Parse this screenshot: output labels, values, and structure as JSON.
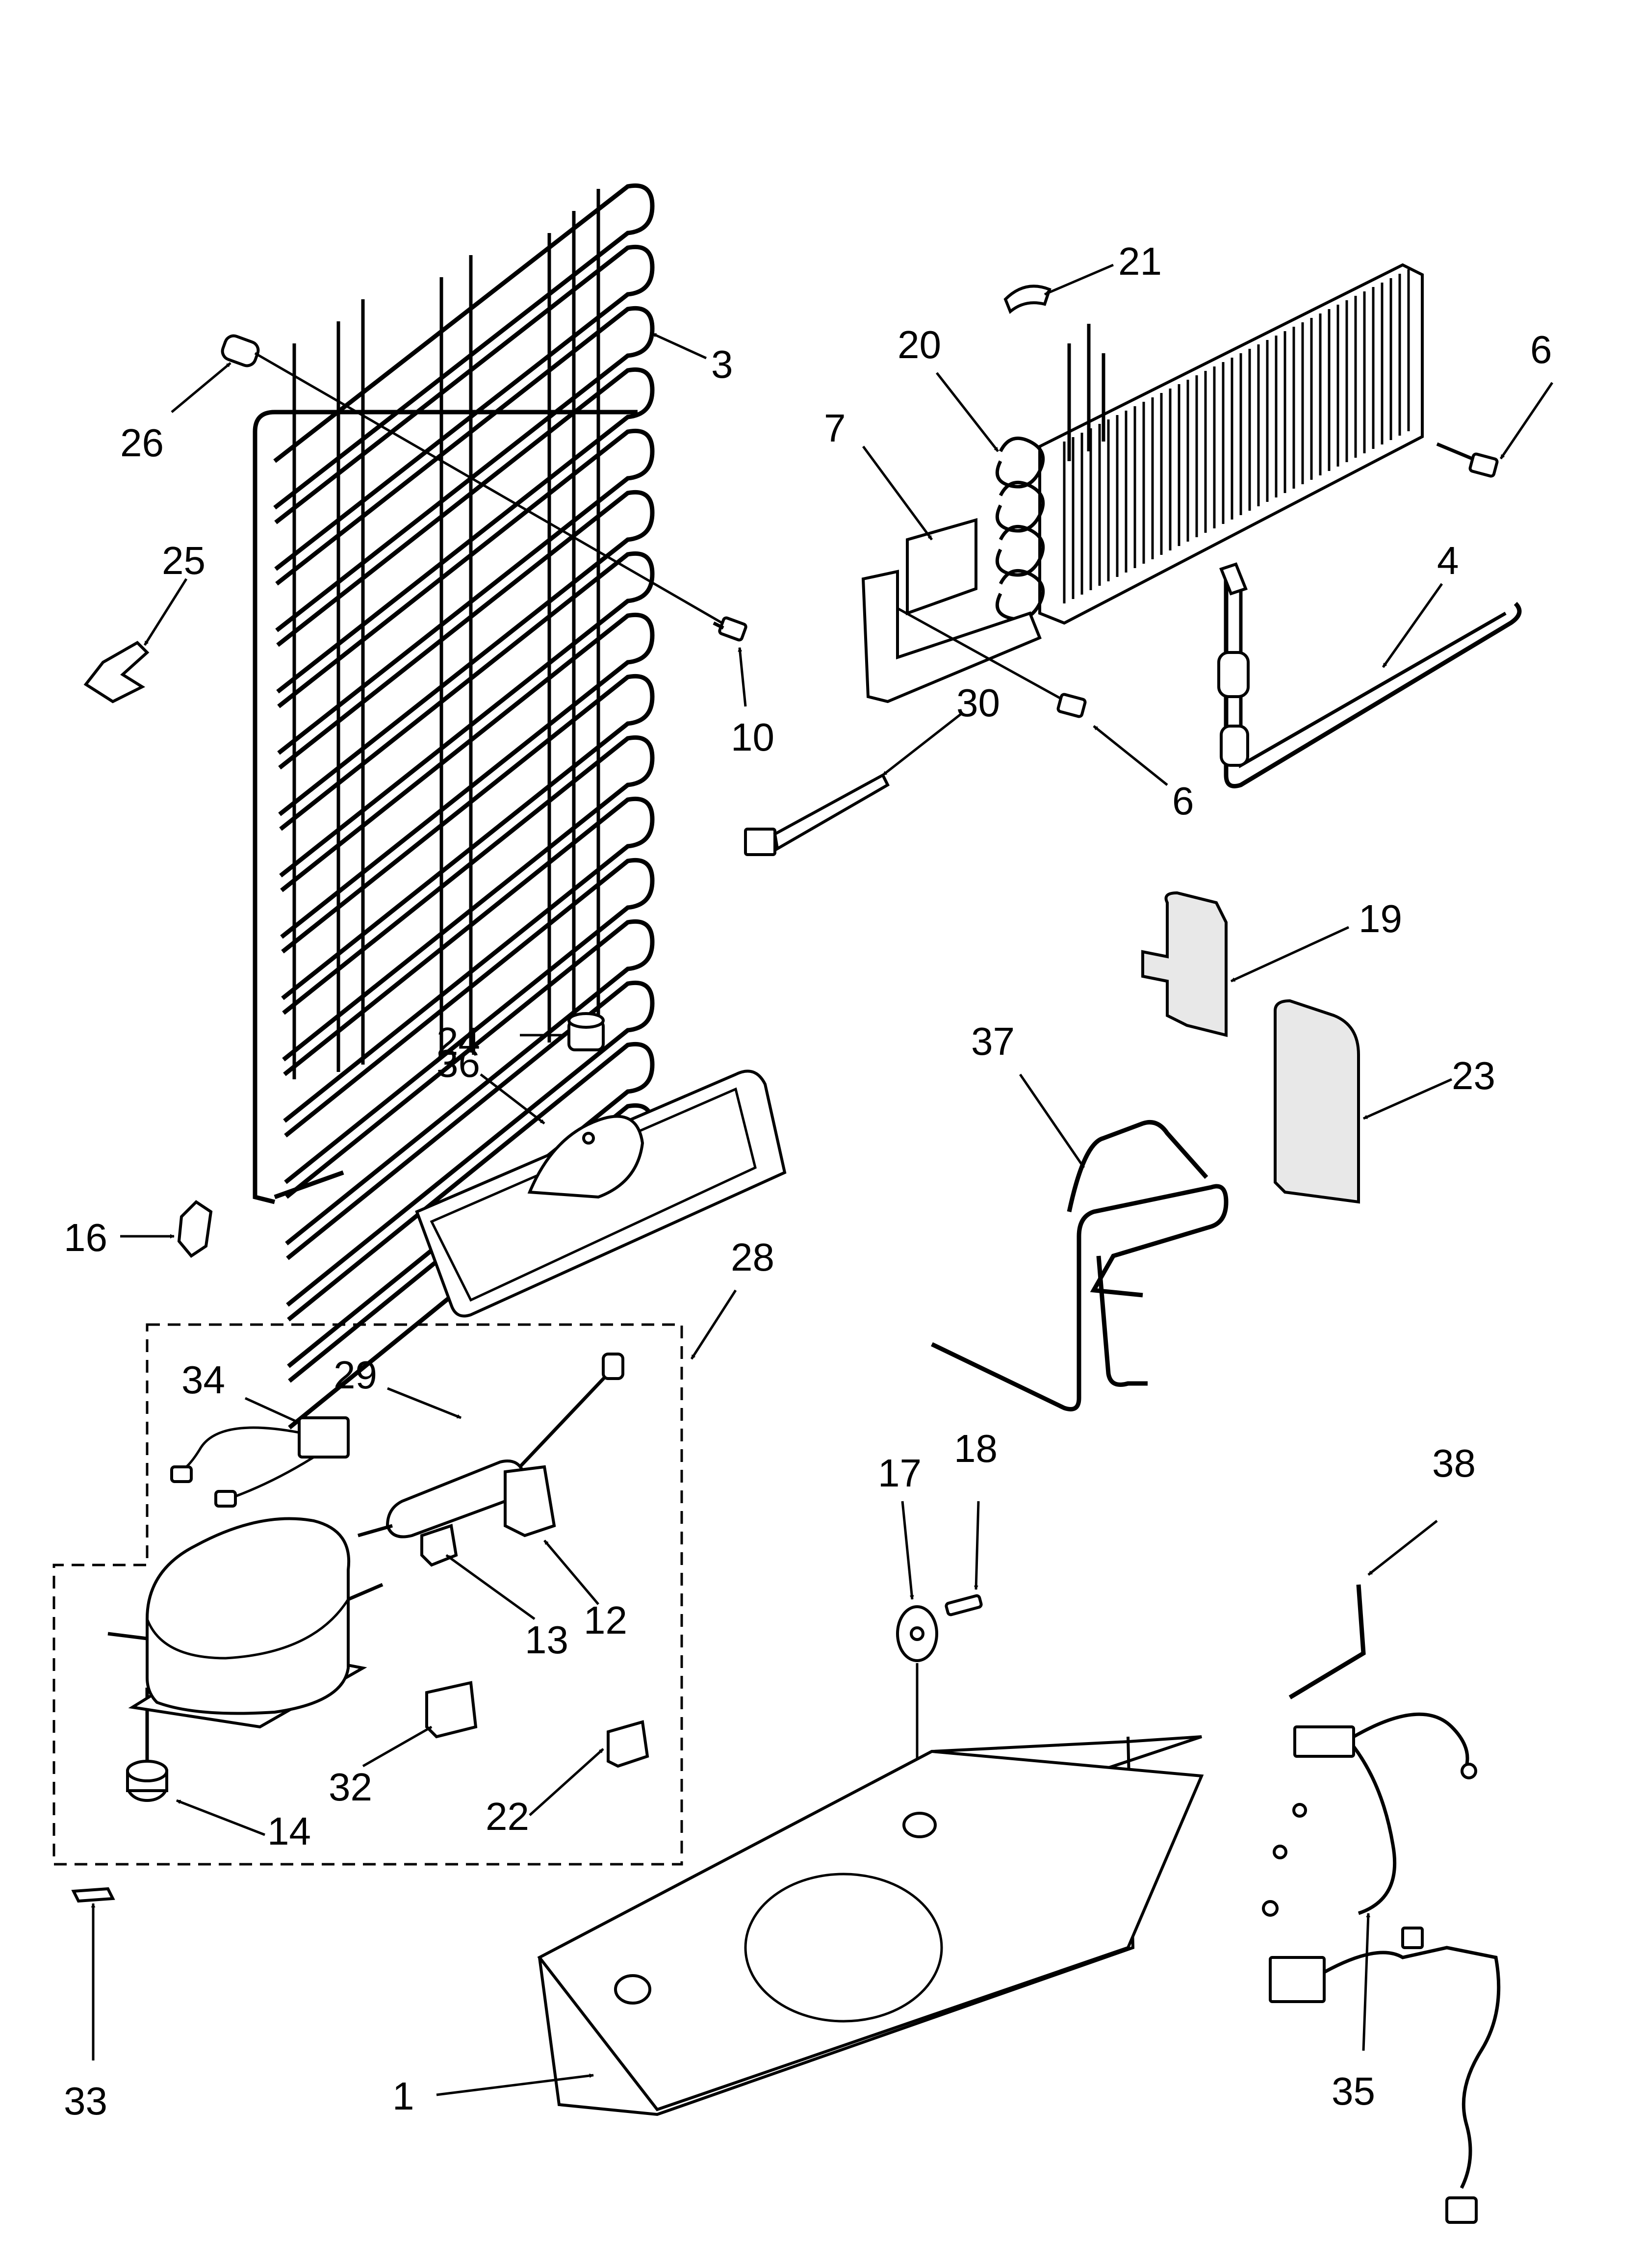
{
  "callouts": [
    {
      "id": "c1",
      "text": "1"
    },
    {
      "id": "c3",
      "text": "3"
    },
    {
      "id": "c4",
      "text": "4"
    },
    {
      "id": "c6a",
      "text": "6"
    },
    {
      "id": "c6b",
      "text": "6"
    },
    {
      "id": "c7",
      "text": "7"
    },
    {
      "id": "c10",
      "text": "10"
    },
    {
      "id": "c12",
      "text": "12"
    },
    {
      "id": "c13",
      "text": "13"
    },
    {
      "id": "c14",
      "text": "14"
    },
    {
      "id": "c16",
      "text": "16"
    },
    {
      "id": "c17",
      "text": "17"
    },
    {
      "id": "c18",
      "text": "18"
    },
    {
      "id": "c19",
      "text": "19"
    },
    {
      "id": "c20",
      "text": "20"
    },
    {
      "id": "c21",
      "text": "21"
    },
    {
      "id": "c22",
      "text": "22"
    },
    {
      "id": "c23",
      "text": "23"
    },
    {
      "id": "c24",
      "text": "24"
    },
    {
      "id": "c25",
      "text": "25"
    },
    {
      "id": "c26",
      "text": "26"
    },
    {
      "id": "c28",
      "text": "28"
    },
    {
      "id": "c29",
      "text": "29"
    },
    {
      "id": "c30",
      "text": "30"
    },
    {
      "id": "c32",
      "text": "32"
    },
    {
      "id": "c33",
      "text": "33"
    },
    {
      "id": "c34",
      "text": "34"
    },
    {
      "id": "c35",
      "text": "35"
    },
    {
      "id": "c36",
      "text": "36"
    },
    {
      "id": "c37",
      "text": "37"
    },
    {
      "id": "c38",
      "text": "38"
    }
  ],
  "colors": {
    "ink": "#000000",
    "paper": "#ffffff"
  }
}
